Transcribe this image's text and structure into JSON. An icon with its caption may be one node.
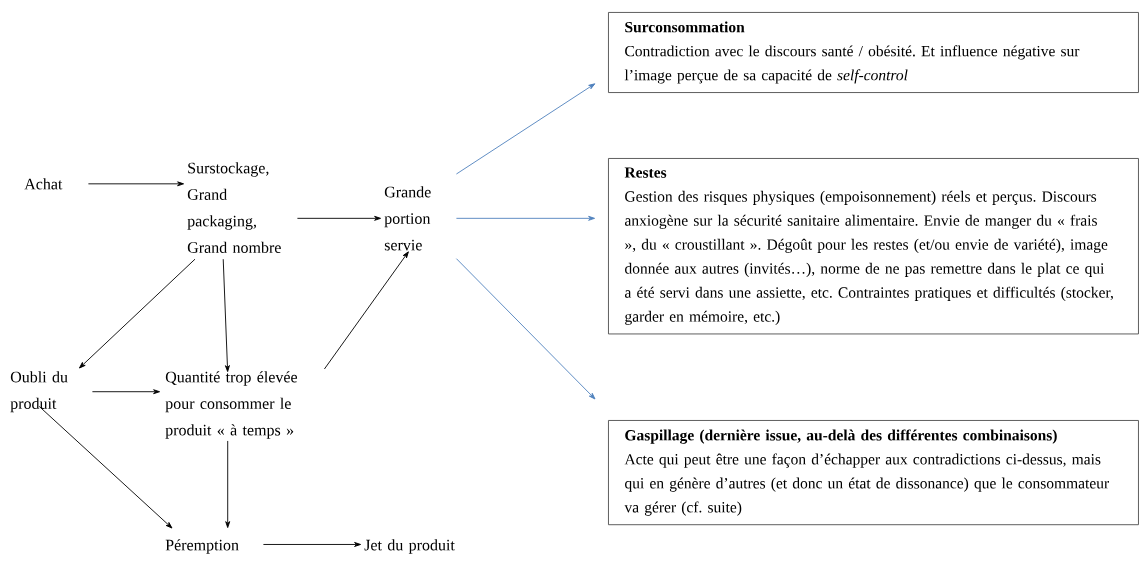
{
  "diagram": {
    "nodes": [
      {
        "text": [
          "Achat"
        ]
      },
      {
        "text": [
          "Surstockage, Grand packaging, Grand nombre"
        ]
      },
      {
        "text": [
          "Grande portion servie"
        ]
      },
      {
        "text": [
          "Oubli du produit"
        ]
      },
      {
        "text": [
          "Quantité trop élevée pour consommer le produit « à temps »"
        ]
      },
      {
        "text": [
          "Péremption"
        ]
      },
      {
        "text": [
          "Jet du produit"
        ]
      },
      {
        "text": [
          "Surconsommation",
          "Contradiction avec le discours santé / obésité. Et influence négative sur l’image perçue de sa capacité de *self-control*"
        ]
      },
      {
        "text": [
          "Restes",
          "Gestion des risques physiques (empoisonnement) réels et perçus. Discours anxiogène sur la sécurité sanitaire alimentaire. Envie de manger du « frais », du « croustillant ». Dégoût pour les restes (et/ou envie de variété), image donnée aux autres (invités…), norme de ne pas remettre dans le plat ce qui a été servi dans une assiette, etc. Contraintes pratiques et difficultés (stocker, garder en mémoire, etc.)"
        ]
      },
      {
        "text": [
          "Gaspillage (dernière issue, au-delà des différentes combinaisons)",
          "Acte qui peut être une façon d’échapper aux contradictions ci-dessus, mais qui en génère d’autres (et donc un état de dissonance) que le consommateur va gérer (cf. suite)"
        ]
      }
    ],
    "edges": [
      {
        "from": 0,
        "to": 1,
        "arrow": "to"
      },
      {
        "from": 1,
        "to": 2,
        "arrow": "to"
      },
      {
        "from": 1,
        "to": 3,
        "arrow": "to"
      },
      {
        "from": 1,
        "to": 4,
        "arrow": "to"
      },
      {
        "from": 3,
        "to": 4,
        "arrow": "to"
      },
      {
        "from": 4,
        "to": 2,
        "arrow": "to"
      },
      {
        "from": 3,
        "to": 5,
        "arrow": "to"
      },
      {
        "from": 4,
        "to": 5,
        "arrow": "to"
      },
      {
        "from": 5,
        "to": 6,
        "arrow": "to"
      },
      {
        "from": 2,
        "to": 7,
        "arrow": "to",
        "color": "#4f81bd"
      },
      {
        "from": 2,
        "to": 8,
        "arrow": "to",
        "color": "#4f81bd"
      },
      {
        "from": 2,
        "to": 9,
        "arrow": "to",
        "color": "#4f81bd"
      }
    ]
  }
}
